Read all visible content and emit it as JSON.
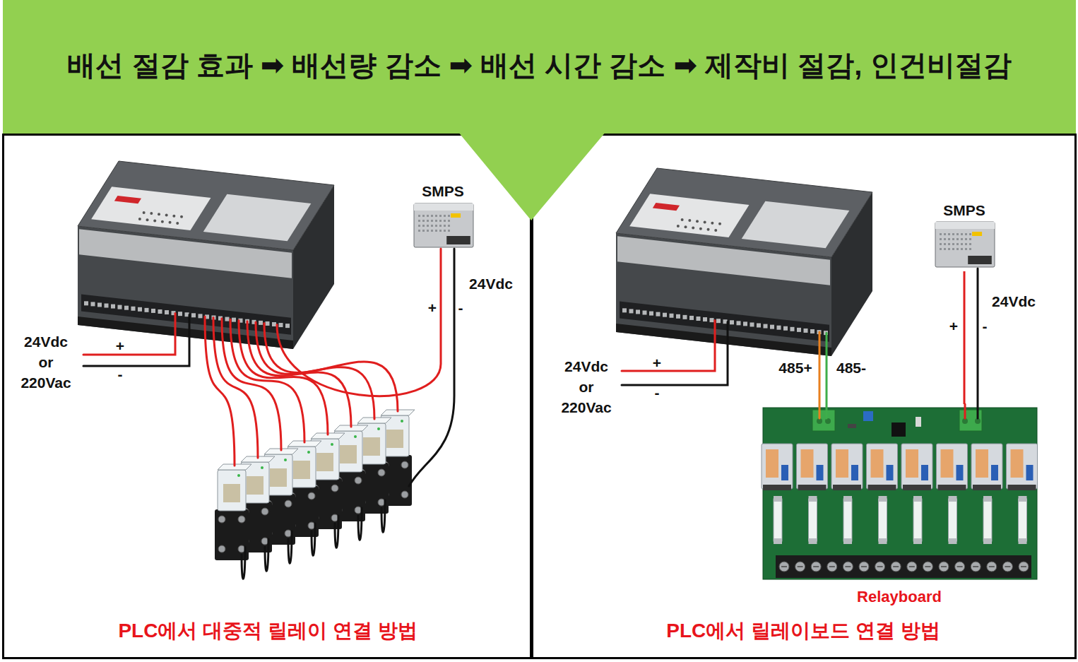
{
  "diagram": {
    "title": "배선 절감 효과 ➡ 배선량 감소 ➡ 배선 시간 감소 ➡ 제작비 절감, 인건비절감",
    "nodes": [
      {
        "text": [
          "PLC에서 대중적 릴레이 연결 방법"
        ]
      },
      {
        "text": [
          "SMPS"
        ],
        "in": 0
      },
      {
        "text": [
          "PLC에서 릴레이보드 연결 방법"
        ]
      },
      {
        "text": [
          "SMPS"
        ],
        "in": 2
      },
      {
        "text": [
          "Relayboard"
        ],
        "in": 2
      }
    ],
    "edges": [
      {
        "from": 3,
        "to": 4,
        "arrow": "none"
      }
    ],
    "labels": [
      "24Vdc",
      "+",
      "-",
      "24Vdc or 220Vac",
      "+",
      "-",
      "24Vdc or 220Vac",
      "+",
      "-",
      "485+",
      "485-",
      "24Vdc",
      "+",
      "-"
    ]
  }
}
